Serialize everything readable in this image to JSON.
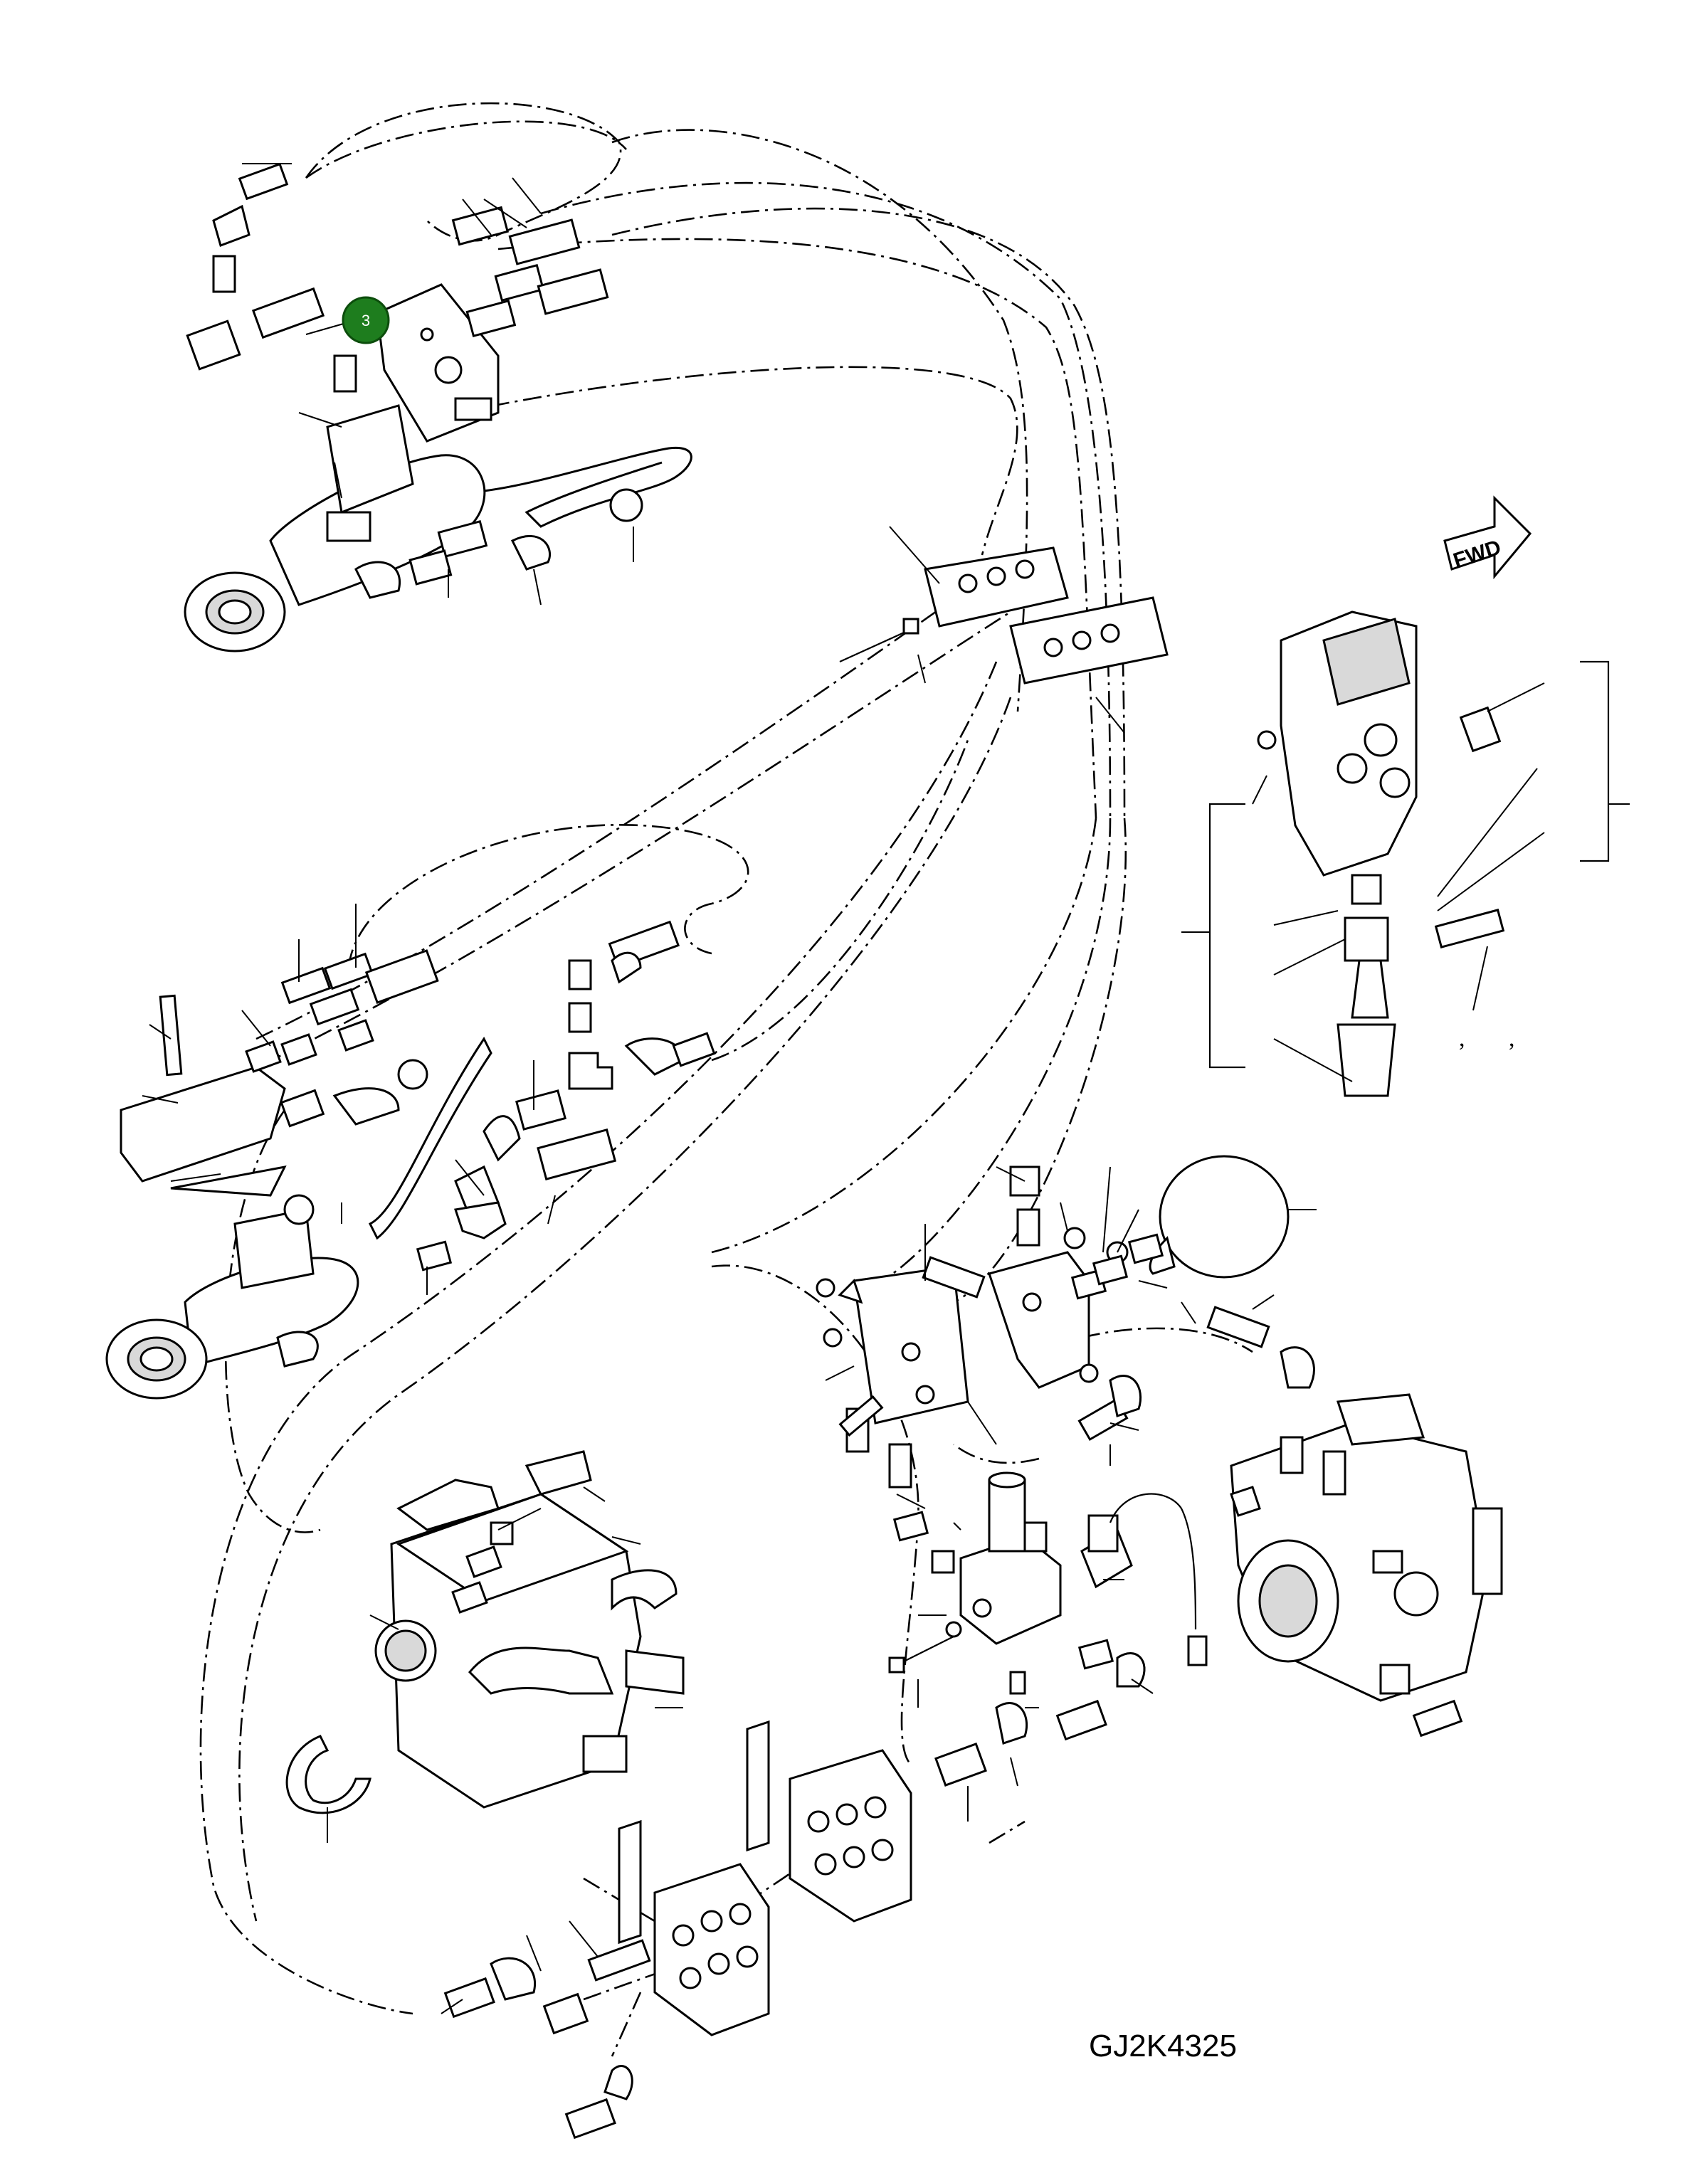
{
  "diagram": {
    "drawing_id": "GJ2K4325",
    "direction_label": "FWD",
    "callouts": [
      {
        "label": "3"
      }
    ],
    "separator_marks": [
      ",",
      ","
    ]
  }
}
